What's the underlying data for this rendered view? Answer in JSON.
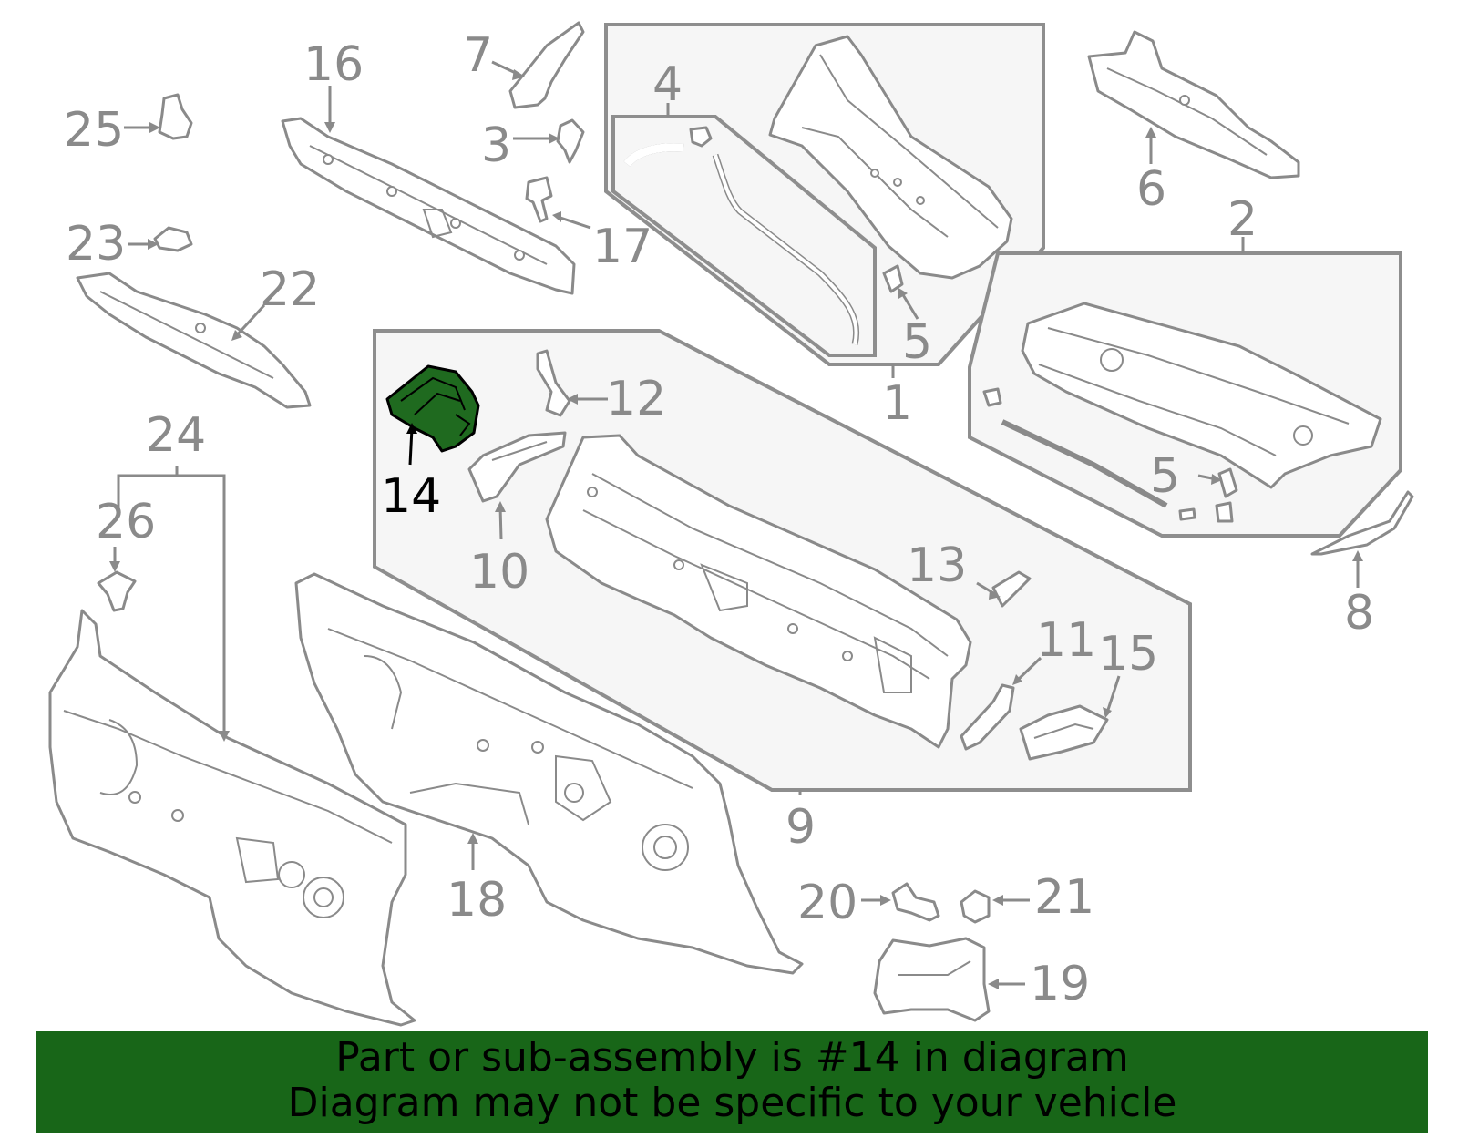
{
  "diagram": {
    "labels": {
      "l1": "1",
      "l2": "2",
      "l3": "3",
      "l4": "4",
      "l5a": "5",
      "l5b": "5",
      "l6": "6",
      "l7": "7",
      "l8": "8",
      "l9": "9",
      "l10": "10",
      "l11": "11",
      "l12": "12",
      "l13": "13",
      "l14": "14",
      "l15": "15",
      "l16": "16",
      "l17": "17",
      "l18": "18",
      "l19": "19",
      "l20": "20",
      "l21": "21",
      "l22": "22",
      "l23": "23",
      "l24": "24",
      "l25": "25",
      "l26": "26"
    },
    "highlight_color": "#1f6a1f",
    "line_color": "#8a8a8a"
  },
  "banner": {
    "line1": "Part or sub-assembly is #14 in diagram",
    "line2": "Diagram may not be specific to your vehicle",
    "background": "#186618"
  }
}
